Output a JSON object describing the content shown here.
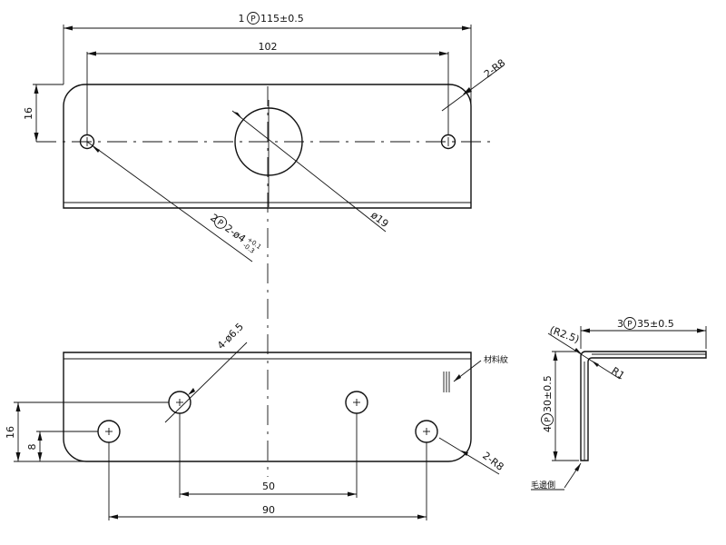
{
  "drawing": {
    "top_view": {
      "overall_length": {
        "balloon": "1",
        "symbol": "P",
        "value": "115±0.5"
      },
      "hole_spacing": "102",
      "corner_radius": "2-R8",
      "height": "16",
      "center_hole": "ø19",
      "small_holes": {
        "balloon": "2",
        "symbol": "P",
        "value": "2-ø4",
        "tol_plus": "+0.1",
        "tol_minus": "-0.3"
      }
    },
    "front_view": {
      "holes": "4-ø6.5",
      "material_note": "材料紋",
      "corner_radius": "2-R8",
      "height": "16",
      "hole_height": "8",
      "spacing_inner": "50",
      "spacing_outer": "90"
    },
    "side_view": {
      "inner_radius": "(R2.5)",
      "width": {
        "balloon": "3",
        "symbol": "P",
        "value": "35±0.5"
      },
      "outer_radius": "R1",
      "height": {
        "balloon": "4",
        "symbol": "P",
        "value": "30±0.5"
      },
      "burr_note": "毛邊側"
    }
  }
}
